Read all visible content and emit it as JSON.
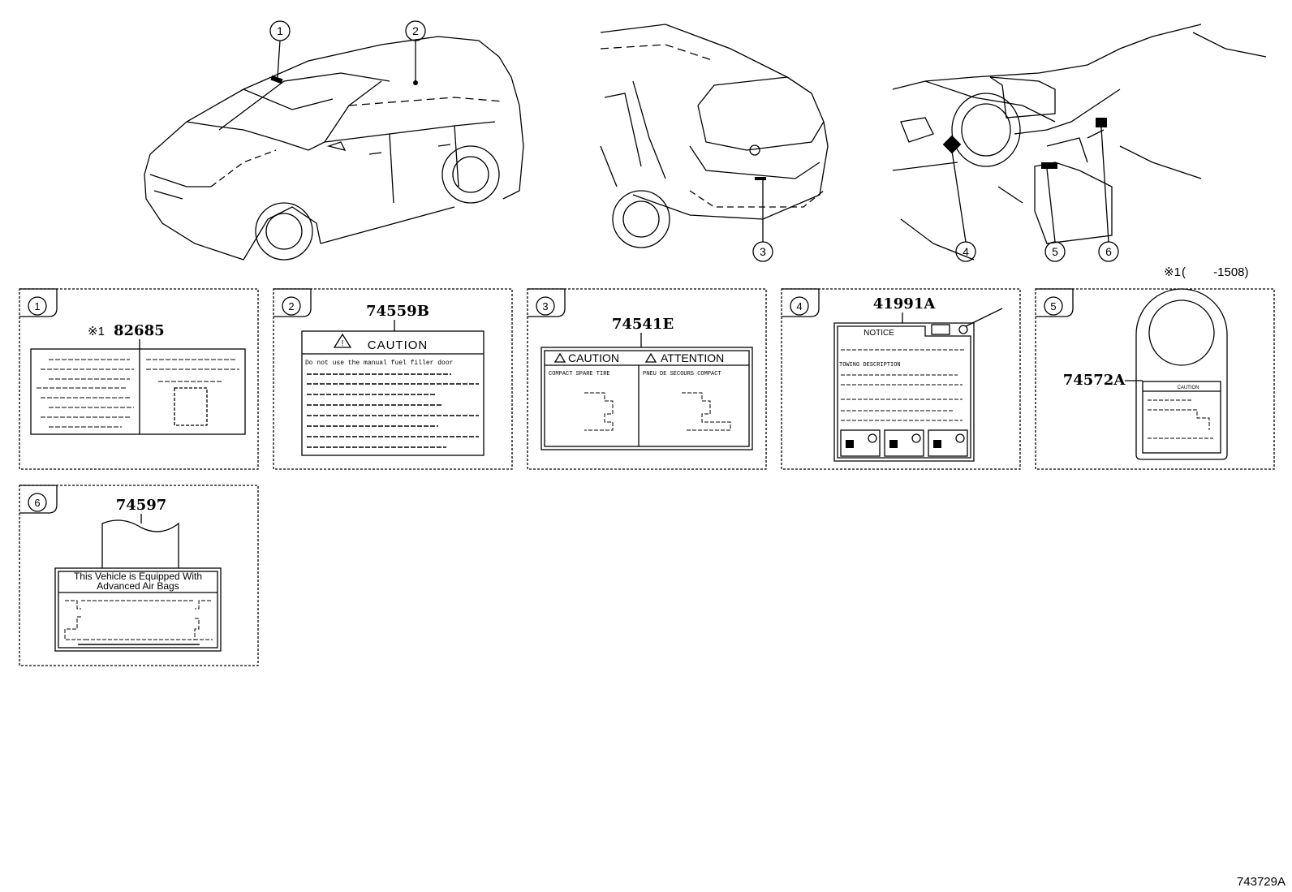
{
  "callouts": [
    "1",
    "2",
    "3",
    "4",
    "5",
    "6"
  ],
  "footnote": {
    "mark": "※1",
    "text": "(　　 -1508)"
  },
  "diagram_id": "743729A",
  "labels": [
    {
      "num": "1",
      "part_prefix": "※1",
      "part_no": "82685"
    },
    {
      "num": "2",
      "part_no": "74559B",
      "caution": "CAUTION",
      "line1": "Do not use the manual fuel filler door"
    },
    {
      "num": "3",
      "part_no": "74541E",
      "caution": "CAUTION",
      "attention": "ATTENTION",
      "col_en": "COMPACT SPARE TIRE",
      "col_fr": "PNEU DE SECOURS COMPACT"
    },
    {
      "num": "4",
      "part_no": "41991A",
      "notice": "NOTICE",
      "sub": "TOWING DESCRIPTION"
    },
    {
      "num": "5",
      "part_no": "74572A",
      "caution": "CAUTION"
    },
    {
      "num": "6",
      "part_no": "74597",
      "line1": "This Vehicle is Equipped With",
      "line2": "Advanced  Air  Bags"
    }
  ]
}
